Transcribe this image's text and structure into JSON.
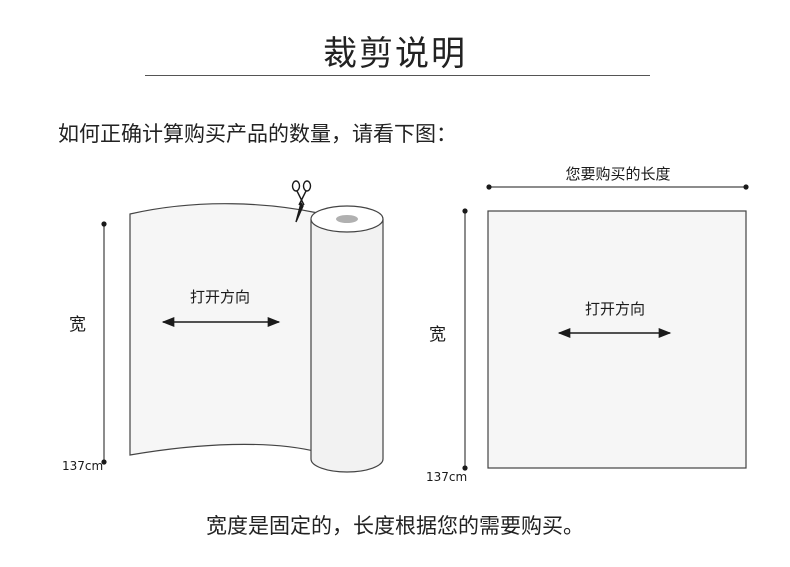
{
  "header": {
    "title": "裁剪说明"
  },
  "intro": {
    "text": "如何正确计算购买产品的数量，请看下图："
  },
  "roll_diagram": {
    "direction_label": "打开方向",
    "width_label": "宽",
    "width_value": "137cm",
    "cut_icon": "scissors-icon"
  },
  "flat_diagram": {
    "length_label": "您要购买的长度",
    "direction_label": "打开方向",
    "width_label": "宽",
    "width_value": "137cm"
  },
  "footer": {
    "text": "宽度是固定的，长度根据您的需要购买。"
  },
  "colors": {
    "fabric": "#f6f6f6",
    "line": "#1a1a1a",
    "roll_core": "#b0b0b0"
  }
}
